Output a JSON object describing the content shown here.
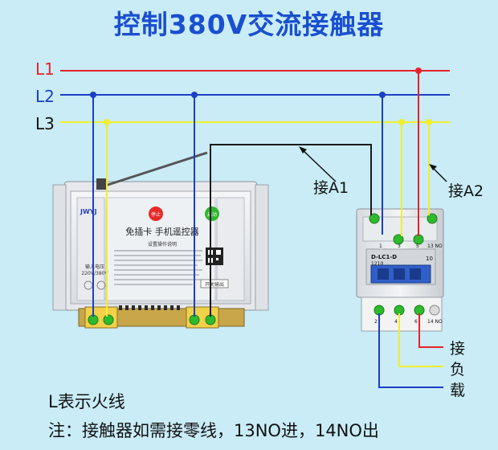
{
  "title": "控制380V交流接触器",
  "lines": [
    {
      "label": "L1",
      "color": "#e8222a"
    },
    {
      "label": "L2",
      "color": "#1c3fc4"
    },
    {
      "label": "L3",
      "color": "#f2ee2a"
    }
  ],
  "colors": {
    "background": "#c9ecf7",
    "title": "#1a4fd0",
    "wire_black": "#1a1a1a",
    "terminal_green": "#2dbb2d"
  },
  "controller": {
    "brand": "JWYJ",
    "btn_stop": "停止",
    "btn_start": "启动",
    "product_name": "免插卡 手机遥控器",
    "subtitle": "设置操作说明",
    "input_label": "输入电压",
    "input_value": "220V/380V",
    "output_label": "开关输出"
  },
  "contactor": {
    "model": "D-LC1-D",
    "model_code": "1210",
    "aux": "10",
    "top_terminals": [
      "1",
      "3",
      "5",
      "13 NO"
    ],
    "bottom_terminals": [
      "2",
      "4",
      "6",
      "14 NO"
    ]
  },
  "labels": {
    "a1": "接A1",
    "a2": "接A2",
    "load": [
      "接",
      "负",
      "载"
    ]
  },
  "notes": {
    "l_fire": "L表示火线",
    "zero_line": "注：接触器如需接零线，13NO进，14NO出"
  }
}
